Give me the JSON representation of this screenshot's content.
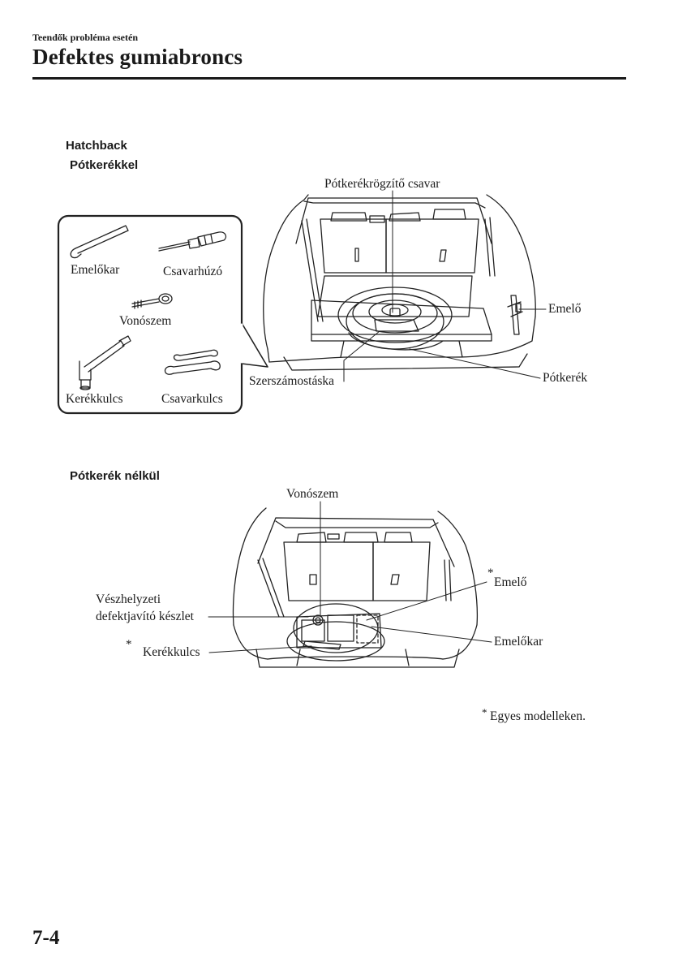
{
  "header": {
    "breadcrumb": "Teendők probléma esetén",
    "title": "Defektes gumiabroncs"
  },
  "section1": {
    "heading": "Hatchback",
    "subheading": "Pótkerékkel",
    "tools": {
      "lever": "Emelőkar",
      "screwdriver": "Csavarhúzó",
      "hook": "Vonószem",
      "lug_wrench": "Kerékkulcs",
      "spanner": "Csavarkulcs"
    },
    "callouts": {
      "spare_bolt": "Pótkerékrögzítő csavar",
      "jack": "Emelő",
      "tool_bag": "Szerszámostáska",
      "spare_tire": "Pótkerék"
    }
  },
  "section2": {
    "heading": "Pótkerék nélkül",
    "callouts": {
      "hook": "Vonószem",
      "repair_kit_line1": "Vészhelyzeti",
      "repair_kit_line2": "defektjavító készlet",
      "lug_wrench": "Kerékkulcs",
      "jack": "Emelő",
      "lever": "Emelőkar"
    },
    "asterisk": "*"
  },
  "footnote": {
    "marker": "*",
    "text": "Egyes modelleken."
  },
  "page_number": "7-4"
}
